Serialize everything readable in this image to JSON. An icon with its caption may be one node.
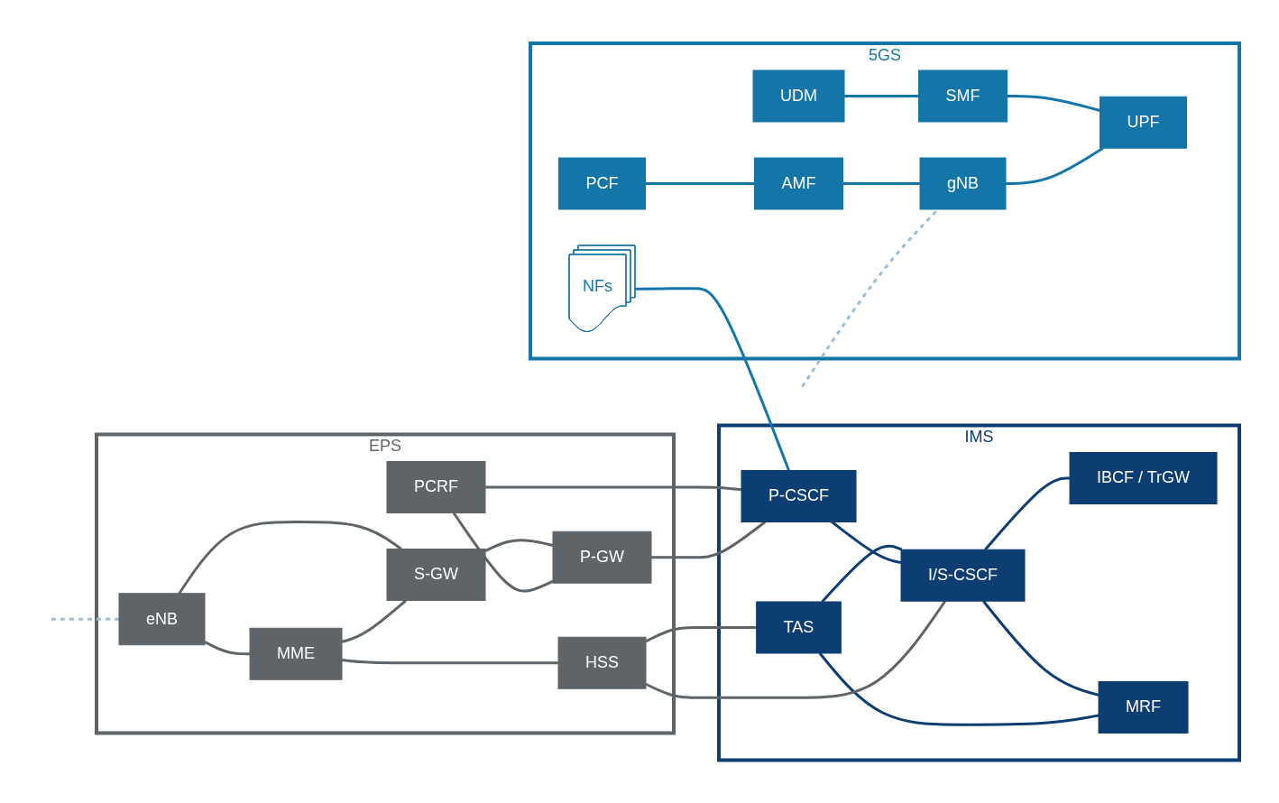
{
  "diagram": {
    "nodes": [
      {
        "text": [
          "5GS"
        ]
      },
      {
        "text": [
          "NFs"
        ],
        "in": 0
      },
      {
        "text": [
          "PCF"
        ],
        "in": 0
      },
      {
        "text": [
          "UDM"
        ],
        "in": 0
      },
      {
        "text": [
          "AMF"
        ],
        "in": 0
      },
      {
        "text": [
          "SMF"
        ],
        "in": 0
      },
      {
        "text": [
          "gNB"
        ],
        "in": 0
      },
      {
        "text": [
          "UPF"
        ],
        "in": 0
      },
      {
        "text": [
          "IMS"
        ]
      },
      {
        "text": [
          "TAS"
        ],
        "in": 8
      },
      {
        "text": [
          "P-CSCF"
        ],
        "in": 8
      },
      {
        "text": [
          "I/S-CSCF"
        ],
        "in": 8
      },
      {
        "text": [
          "IBCF / TrGW"
        ],
        "in": 8
      },
      {
        "text": [
          "MRF"
        ],
        "in": 8
      },
      {
        "text": [
          "EPS"
        ]
      },
      {
        "text": [
          "HSS"
        ],
        "in": 14
      },
      {
        "text": [
          "MME"
        ],
        "in": 14
      },
      {
        "text": [
          "PCRF"
        ],
        "in": 14
      },
      {
        "text": [
          "eNB"
        ],
        "in": 14
      },
      {
        "text": [
          "S-GW"
        ],
        "in": 14
      },
      {
        "text": [
          "P-GW"
        ],
        "in": 14
      }
    ],
    "edges": [
      {
        "from": 2,
        "to": 4,
        "arrow": "none",
        "color": "#1476a8"
      },
      {
        "from": 3,
        "to": 5,
        "arrow": "none",
        "color": "#1476a8"
      },
      {
        "from": 4,
        "to": 6,
        "arrow": "none",
        "color": "#1476a8"
      },
      {
        "from": 5,
        "to": 7,
        "arrow": "none",
        "color": "#1476a8"
      },
      {
        "from": 6,
        "to": 7,
        "arrow": "none",
        "color": "#1476a8"
      },
      {
        "from": null,
        "to": 6,
        "arrow": "none",
        "style": "dashed",
        "color": "#9dbfd6"
      },
      {
        "from": 1,
        "to": 10,
        "arrow": "none",
        "color": "#1476a8"
      },
      {
        "from": 9,
        "to": 11,
        "arrow": "none",
        "color": "#0c3d73"
      },
      {
        "from": 10,
        "to": 11,
        "arrow": "none",
        "color": "#0c3d73"
      },
      {
        "from": 11,
        "to": 12,
        "arrow": "none",
        "color": "#0c3d73"
      },
      {
        "from": 11,
        "to": 13,
        "arrow": "none",
        "color": "#0c3d73"
      },
      {
        "from": 9,
        "to": 13,
        "arrow": "none",
        "color": "#0c3d73"
      },
      {
        "from": 15,
        "to": 9,
        "arrow": "none"
      },
      {
        "from": 15,
        "to": 11,
        "arrow": "none"
      },
      {
        "from": 17,
        "to": 10,
        "arrow": "none"
      },
      {
        "from": 20,
        "to": 10,
        "arrow": "none"
      },
      {
        "from": 16,
        "to": 15,
        "arrow": "none"
      },
      {
        "from": 18,
        "to": 16,
        "arrow": "none"
      },
      {
        "from": 18,
        "to": 19,
        "arrow": "none"
      },
      {
        "from": 16,
        "to": 19,
        "arrow": "none"
      },
      {
        "from": 19,
        "to": 20,
        "arrow": "none"
      },
      {
        "from": 17,
        "to": 20,
        "arrow": "none"
      },
      {
        "from": null,
        "to": 18,
        "arrow": "none",
        "style": "dashed",
        "color": "#9dbfd6"
      }
    ]
  }
}
